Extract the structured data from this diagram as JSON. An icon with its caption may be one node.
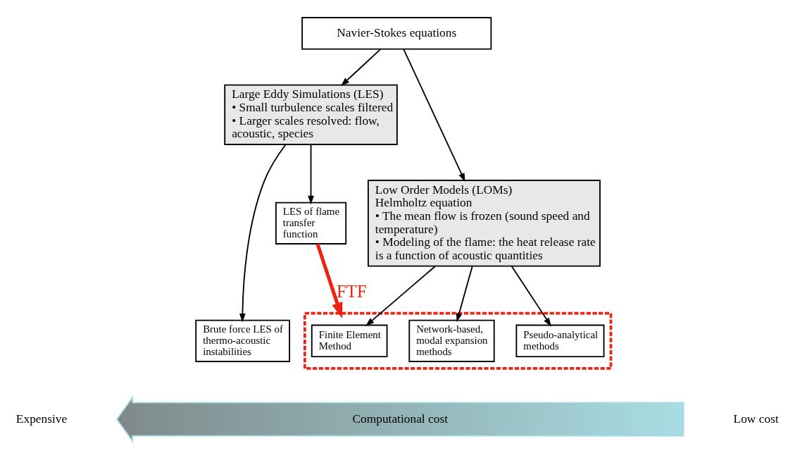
{
  "diagram": {
    "nodes": [
      {
        "text": [
          "Navier-Stokes equations"
        ]
      },
      {
        "text": [
          "Large Eddy Simulations (LES)",
          "• Small turbulence scales filtered",
          "• Larger scales resolved: flow, acoustic, species"
        ]
      },
      {
        "text": [
          "Low Order Models (LOMs)",
          "Helmholtz equation",
          "• The mean flow is frozen (sound speed and temperature)",
          "• Modeling of the flame: the heat release rate is a function of acoustic quantities"
        ]
      },
      {
        "text": [
          "Brute force LES of thermo-acoustic instabilities"
        ]
      },
      {
        "text": [
          "LES of flame transfer function"
        ]
      },
      {
        "text": [],
        "shape": "box"
      },
      {
        "text": [
          "Finite Element Method"
        ],
        "in": 5
      },
      {
        "text": [
          "Network-based, modal expansion methods"
        ],
        "in": 5
      },
      {
        "text": [
          "Pseudo-analytical methods"
        ],
        "in": 5
      },
      {
        "text": [
          "Computational cost"
        ]
      }
    ],
    "edges": [
      {
        "from": 0,
        "to": 1,
        "arrow": "to"
      },
      {
        "from": 0,
        "to": 2,
        "arrow": "to"
      },
      {
        "from": 1,
        "to": 3,
        "arrow": "to"
      },
      {
        "from": 1,
        "to": 4,
        "arrow": "to"
      },
      {
        "from": 2,
        "to": 6,
        "arrow": "to"
      },
      {
        "from": 2,
        "to": 7,
        "arrow": "to"
      },
      {
        "from": 2,
        "to": 8,
        "arrow": "to"
      },
      {
        "from": 4,
        "to": 5,
        "arrow": "to",
        "label": "FTF",
        "style": "thick",
        "color": "#ee2211"
      }
    ],
    "labels": [
      "Expensive",
      "Low cost"
    ]
  }
}
